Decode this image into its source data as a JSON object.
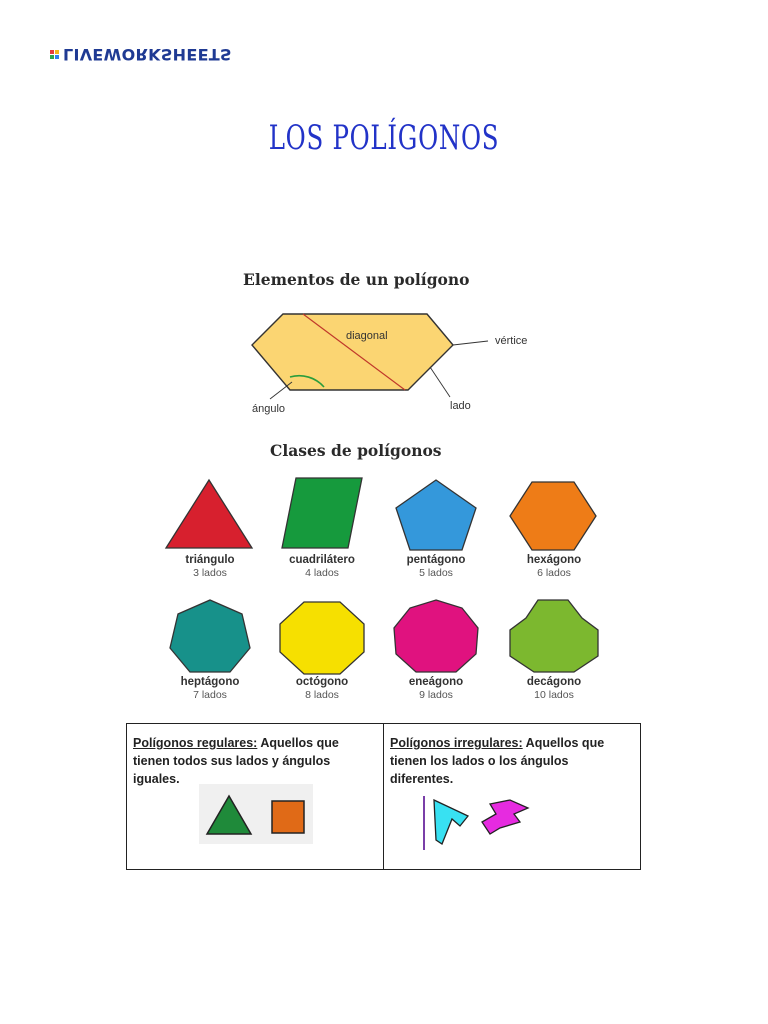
{
  "header": {
    "brand": "LIVEWORKSHEETS",
    "logo_colors": [
      "#e63c3c",
      "#f2b51c",
      "#2ea44f",
      "#2f80ed"
    ]
  },
  "title": "LOS POLÍGONOS",
  "elements_section": {
    "heading": "Elementos de un polígono",
    "labels": {
      "diagonal": "diagonal",
      "vertex": "vértice",
      "angle": "ángulo",
      "side": "lado"
    },
    "colors": {
      "fill": "#fbd572",
      "stroke": "#333333",
      "diagonal": "#c0392b",
      "angle_arc": "#2a9d3c"
    }
  },
  "classes_section": {
    "heading": "Clases de polígonos",
    "shapes": [
      {
        "name": "triángulo",
        "sides": "3 lados",
        "color": "#d7202e",
        "icon": "triangle"
      },
      {
        "name": "cuadrilátero",
        "sides": "4 lados",
        "color": "#169a3d",
        "icon": "parallelogram"
      },
      {
        "name": "pentágono",
        "sides": "5 lados",
        "color": "#3498db",
        "icon": "pentagon"
      },
      {
        "name": "hexágono",
        "sides": "6 lados",
        "color": "#ee7c17",
        "icon": "hexagon"
      },
      {
        "name": "heptágono",
        "sides": "7 lados",
        "color": "#17918a",
        "icon": "heptagon"
      },
      {
        "name": "octógono",
        "sides": "8 lados",
        "color": "#f6e000",
        "icon": "octagon"
      },
      {
        "name": "eneágono",
        "sides": "9 lados",
        "color": "#e0127f",
        "icon": "nonagon"
      },
      {
        "name": "decágono",
        "sides": "10 lados",
        "color": "#7cb82f",
        "icon": "decagon"
      }
    ]
  },
  "types": {
    "regular": {
      "term": "Polígonos regulares:",
      "definition": " Aquellos que tienen todos sus lados y  ángulos iguales.",
      "colors": {
        "triangle": "#1f8a3a",
        "square": "#e06a17",
        "backdrop": "#f0f0f0"
      }
    },
    "irregular": {
      "term": "Polígonos irregulares:",
      "definition": " Aquellos que tienen los lados o los ángulos diferentes.",
      "colors": {
        "shape1": "#38e1f2",
        "shape2": "#e62be0",
        "line": "#7a3fa8"
      }
    }
  }
}
